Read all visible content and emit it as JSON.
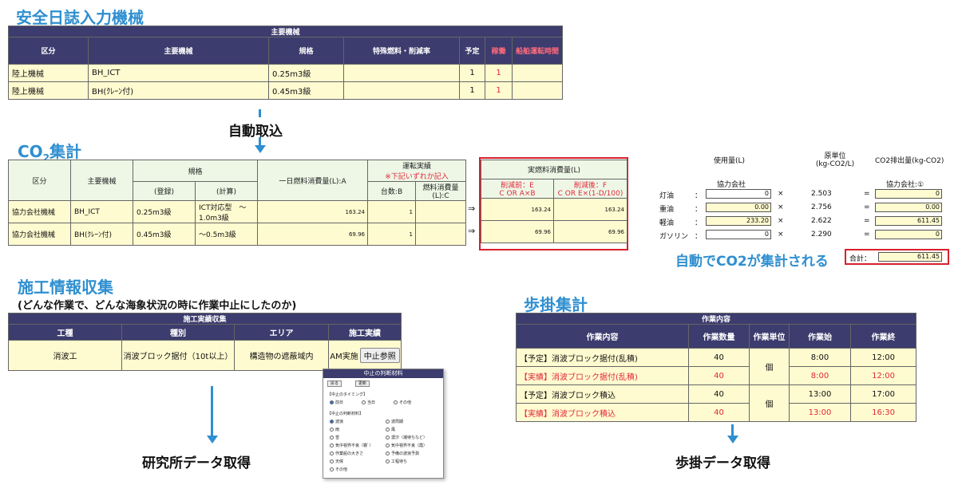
{
  "titles": {
    "safety": "安全日誌入力機械",
    "co2_prefix": "CO",
    "co2_sub": "2",
    "co2_suffix": "集計",
    "construction": "施工情報収集",
    "construction_note": "(どんな作業で、どんな海象状況の時に作業中止にしたのか)",
    "progress": "歩掛集計"
  },
  "labels": {
    "auto_import": "自動取込",
    "auto_co2": "自動でCO2が集計される",
    "lab_data": "研究所データ取得",
    "progress_data": "歩掛データ取得",
    "arrow_symbol": "⇒"
  },
  "machines_table": {
    "caption": "主要機械",
    "headers": [
      "区分",
      "主要機械",
      "規格",
      "特殊燃料・削減率",
      "予定",
      "稼働",
      "船舶運転時間"
    ],
    "headers_red": [
      false,
      false,
      false,
      false,
      false,
      true,
      true
    ],
    "rows": [
      [
        "陸上機械",
        "BH_ICT",
        "0.25m3級",
        "",
        "1",
        "1",
        ""
      ],
      [
        "陸上機械",
        "BH(ｸﾚｰﾝ付)",
        "0.45m3級",
        "",
        "1",
        "1",
        ""
      ]
    ]
  },
  "co2_table": {
    "h_kubun": "区分",
    "h_machine": "主要機械",
    "h_spec": "規格",
    "h_spec_reg": "(登録)",
    "h_spec_calc": "(計算)",
    "h_daily": "一日燃料消費量(L):A",
    "h_run": "運転実績",
    "h_run_note": "※下記いずれか記入",
    "h_units": "台数:B",
    "h_fuel": "燃料消費量(L):C",
    "h_actual": "実燃料消費量(L)",
    "h_before_1": "削減前：E",
    "h_before_2": "C OR A×B",
    "h_after_1": "削減後：F",
    "h_after_2": "C OR E×(1-D/100)",
    "rows": [
      {
        "kubun": "協力会社機械",
        "machine": "BH_ICT",
        "reg": "0.25m3級",
        "calc": "ICT対応型　〜1.0m3級",
        "daily": "163.24",
        "units": "1",
        "fuel": "",
        "before": "163.24",
        "after": "163.24"
      },
      {
        "kubun": "協力会社機械",
        "machine": "BH(ｸﾚｰﾝ付)",
        "reg": "0.45m3級",
        "calc": "〜0.5m3級",
        "daily": "69.96",
        "units": "1",
        "fuel": "",
        "before": "69.96",
        "after": "69.96"
      }
    ]
  },
  "co2_panel": {
    "h_usage": "使用量(L)",
    "h_unit": "原単位",
    "h_unit2": "(kg-CO2/L)",
    "h_emission": "CO2排出量(kg-CO2)",
    "sub_usage": "協力会社",
    "sub_emission": "協力会社:①",
    "times": "×",
    "equals": "=",
    "colon": "：",
    "fuels": [
      {
        "name": "灯油",
        "usage": "0",
        "factor": "2.503",
        "emission": "0",
        "usage_yellow": false
      },
      {
        "name": "重油",
        "usage": "0.00",
        "factor": "2.756",
        "emission": "0.00",
        "usage_yellow": true
      },
      {
        "name": "軽油",
        "usage": "233.20",
        "factor": "2.622",
        "emission": "611.45",
        "usage_yellow": true
      },
      {
        "name": "ガソリン",
        "usage": "0",
        "factor": "2.290",
        "emission": "0",
        "usage_yellow": false
      }
    ],
    "total_label": "合計：",
    "total_value": "611.45"
  },
  "construction_table": {
    "caption": "施工実績収集",
    "headers": [
      "工種",
      "種別",
      "エリア",
      "施工実績"
    ],
    "row": [
      "消波工",
      "消波ブロック据付（10t以上）",
      "構造物の遮蔽域内",
      "AM実施"
    ],
    "button": "中止参照"
  },
  "popup": {
    "title": "中止の判断材料",
    "btn1": "戻る",
    "btn2": "更新",
    "timing_label": "【中止のタイミング】",
    "timing_options": [
      "前日",
      "当日",
      "その他"
    ],
    "reason_label": "【中止の判断材料】",
    "reasons_left": [
      "波浪",
      "雨",
      "雪",
      "気中視界不良（霧ﾞ）",
      "作業船の大きさ",
      "天候",
      "その他"
    ],
    "reasons_right": [
      "波周期",
      "風",
      "濃汐（潮待ちなど）",
      "気中視界不良（霞）",
      "予備の波浪予測",
      "工程待ち"
    ]
  },
  "progress_table": {
    "caption": "作業内容",
    "headers": [
      "作業内容",
      "作業数量",
      "作業単位",
      "作業始",
      "作業終"
    ],
    "rows": [
      {
        "content": "【予定】消波ブロック据付(乱積)",
        "qty": "40",
        "unit": "個",
        "start": "8:00",
        "end": "12:00",
        "red": false
      },
      {
        "content": "【実績】消波ブロック据付(乱積)",
        "qty": "40",
        "unit": "",
        "start": "8:00",
        "end": "12:00",
        "red": true
      },
      {
        "content": "【予定】消波ブロック積込",
        "qty": "40",
        "unit": "個",
        "start": "13:00",
        "end": "17:00",
        "red": false
      },
      {
        "content": "【実績】消波ブロック積込",
        "qty": "40",
        "unit": "",
        "start": "13:00",
        "end": "16:30",
        "red": true
      }
    ]
  },
  "colors": {
    "accent_blue": "#2f8fd0",
    "header_navy": "#3c3c6e",
    "cell_yellow": "#fffbd0",
    "alert_red": "#d8202c"
  }
}
